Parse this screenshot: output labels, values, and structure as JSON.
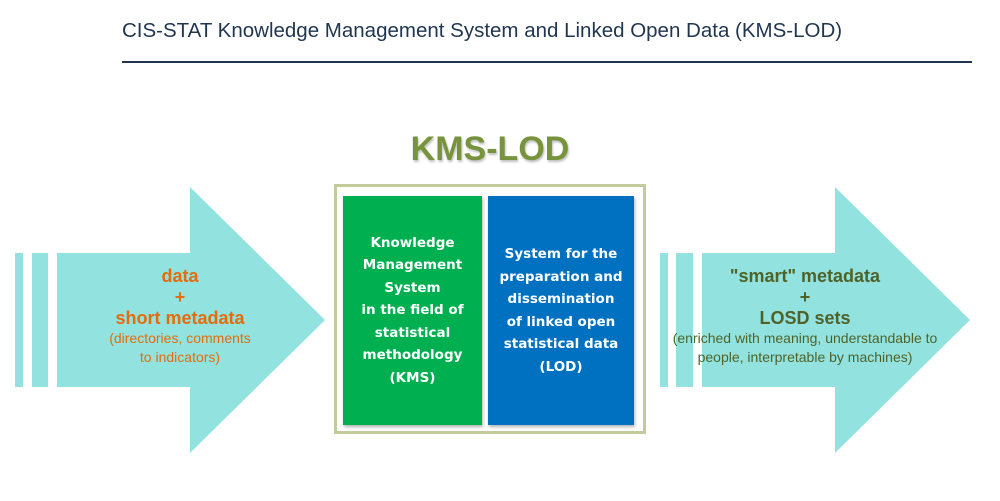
{
  "header": {
    "title": "CIS-STAT Knowledge Management System and Linked Open Data  (KMS-LOD)"
  },
  "center": {
    "title": "KMS-LOD",
    "kms_lines": [
      "Knowledge",
      "Management",
      "System",
      "in the field of",
      "statistical",
      "methodology",
      "(KMS)"
    ],
    "lod_lines": [
      "System for the",
      "preparation and",
      "dissemination",
      "of linked open",
      "statistical data",
      "(LOD)"
    ]
  },
  "input_arrow": {
    "line1": "data",
    "plus": "+",
    "line2": "short metadata",
    "note1": "(directories, comments",
    "note2": "to indicators)"
  },
  "output_arrow": {
    "line1": "\"smart\" metadata",
    "plus": "+",
    "line2": "LOSD sets",
    "note1": "(enriched with meaning, understandable to",
    "note2": "people, interpretable by machines)"
  },
  "colors": {
    "arrow": "#92e3e0",
    "green": "#00b050",
    "blue": "#0070c0",
    "title": "#1f3550",
    "kms_title": "#77933c",
    "orange": "#e46c0a",
    "dark_green": "#4f6228"
  }
}
